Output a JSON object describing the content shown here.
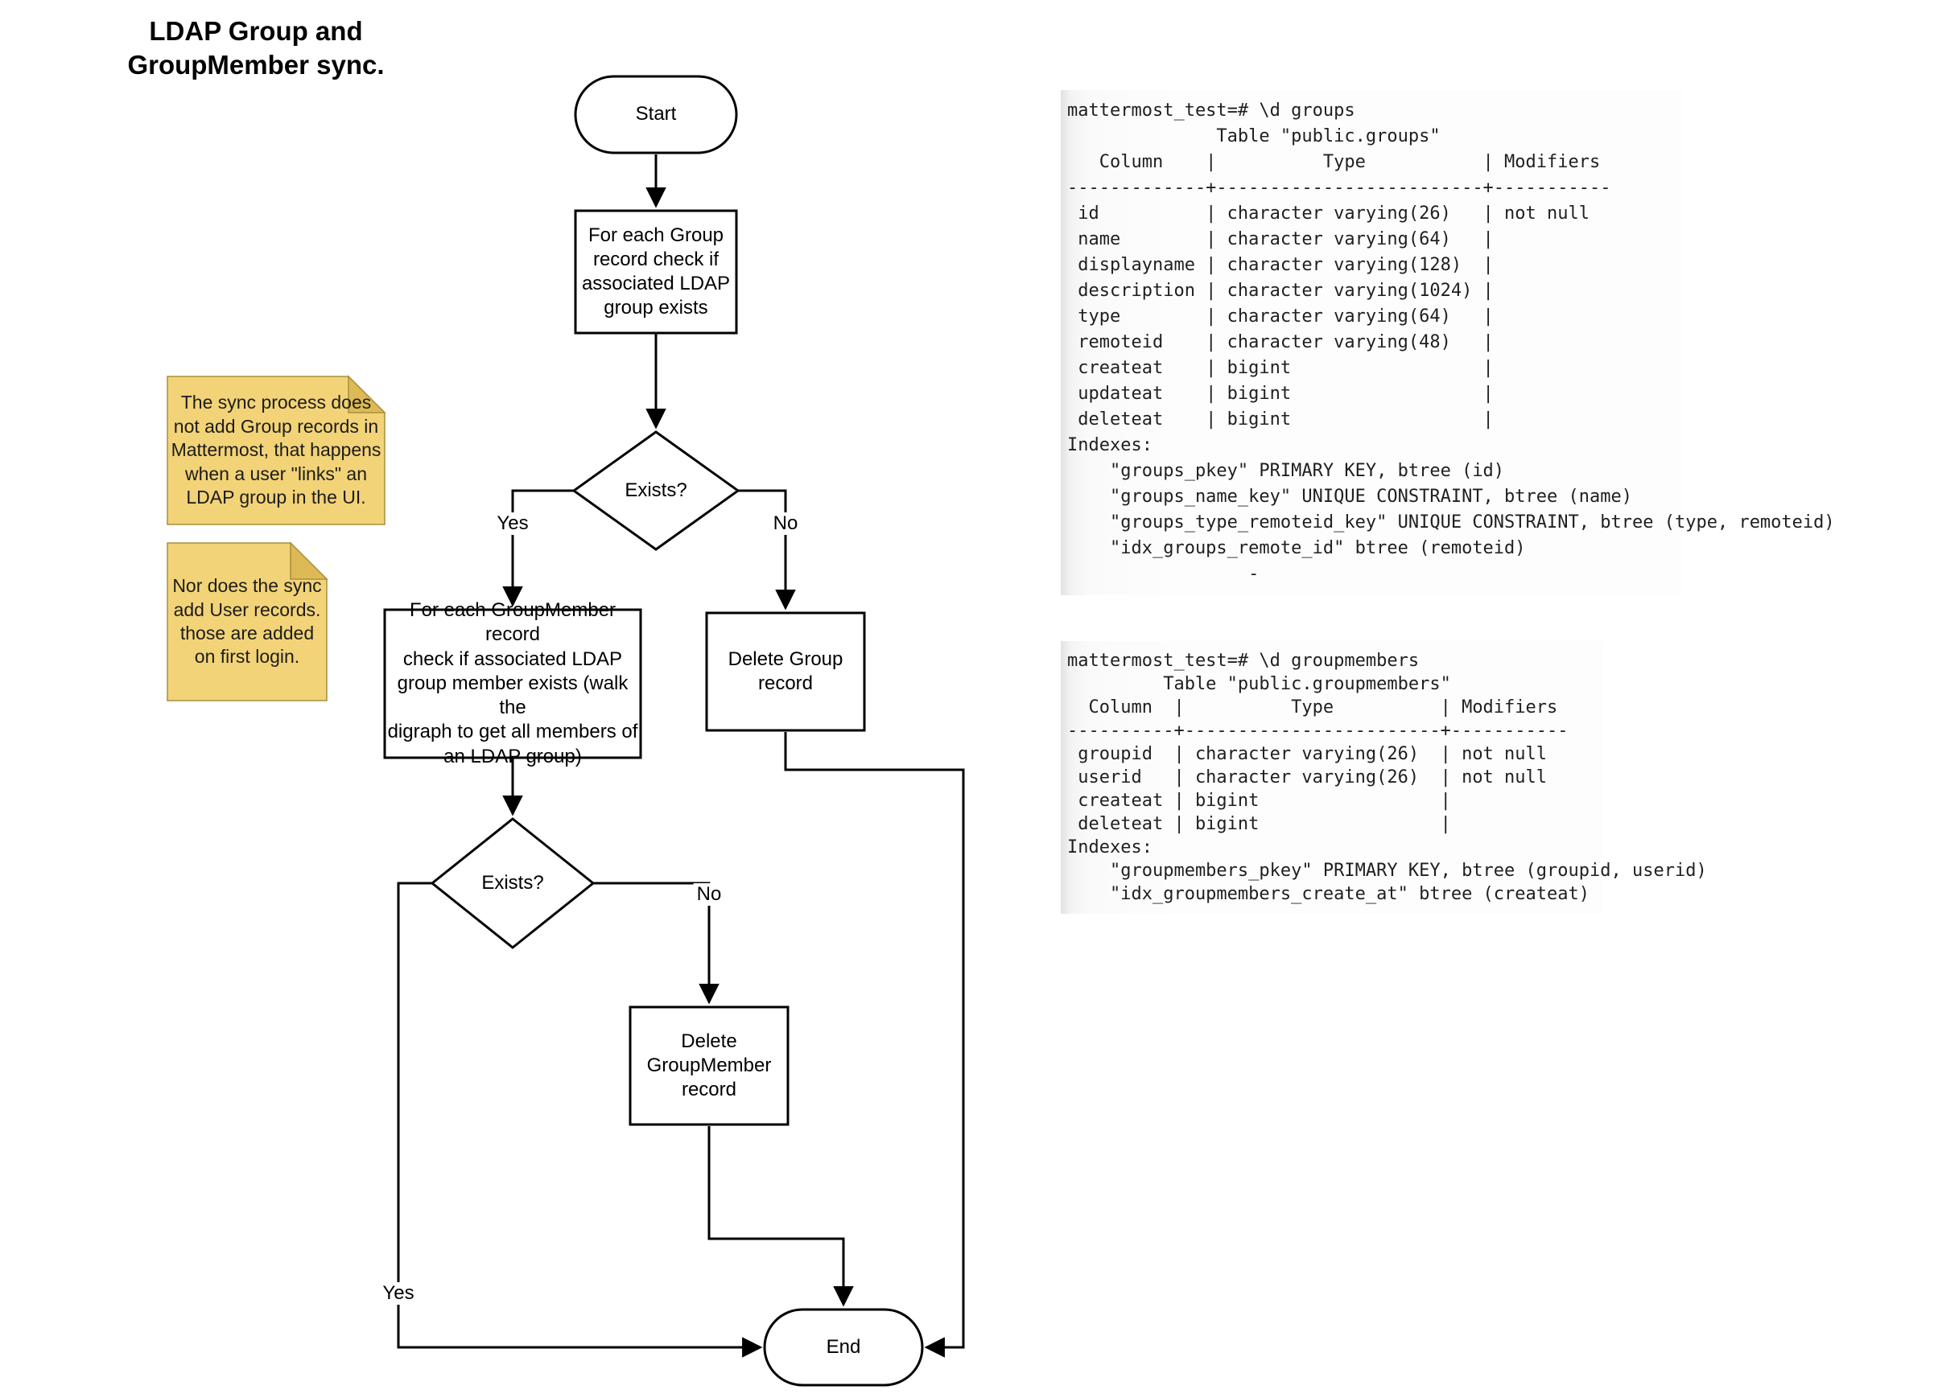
{
  "title": {
    "text": "LDAP Group and\nGroupMember sync."
  },
  "flowchart": {
    "nodes": {
      "start": {
        "type": "terminator",
        "label": "Start"
      },
      "check_group": {
        "type": "process",
        "label": "For each Group\nrecord check if\nassociated LDAP\ngroup exists"
      },
      "group_exists": {
        "type": "decision",
        "label": "Exists?"
      },
      "check_groupmember": {
        "type": "process",
        "label": "For each GroupMember record\ncheck if associated LDAP\ngroup member exists (walk the\ndigraph to get all members of\nan LDAP group)"
      },
      "delete_group": {
        "type": "process",
        "label": "Delete Group\nrecord"
      },
      "member_exists": {
        "type": "decision",
        "label": "Exists?"
      },
      "delete_groupmember": {
        "type": "process",
        "label": "Delete\nGroupMember\nrecord"
      },
      "end": {
        "type": "terminator",
        "label": "End"
      }
    },
    "edge_labels": {
      "group_exists_yes": "Yes",
      "group_exists_no": "No",
      "member_exists_yes": "Yes",
      "member_exists_no": "No"
    },
    "colors": {
      "stroke": "#000000",
      "node_fill": "#ffffff"
    }
  },
  "notes": {
    "note1": {
      "text": "The sync process does\nnot add Group records in\nMattermost, that happens\nwhen a user \"links\" an\nLDAP group in the UI."
    },
    "note2": {
      "text": "Nor does the sync\nadd User records.\nthose are added\non first login."
    },
    "colors": {
      "fill": "#f2d377",
      "fold": "#ddba55",
      "border": "#a8903f"
    }
  },
  "terminals": {
    "groups": {
      "lines": [
        "mattermost_test=# \\d groups",
        "              Table \"public.groups\"",
        "   Column    |          Type           | Modifiers",
        "-------------+-------------------------+-----------",
        " id          | character varying(26)   | not null",
        " name        | character varying(64)   |",
        " displayname | character varying(128)  |",
        " description | character varying(1024) |",
        " type        | character varying(64)   |",
        " remoteid    | character varying(48)   |",
        " createat    | bigint                  |",
        " updateat    | bigint                  |",
        " deleteat    | bigint                  |",
        "Indexes:",
        "    \"groups_pkey\" PRIMARY KEY, btree (id)",
        "    \"groups_name_key\" UNIQUE CONSTRAINT, btree (name)",
        "    \"groups_type_remoteid_key\" UNIQUE CONSTRAINT, btree (type, remoteid)",
        "    \"idx_groups_remote_id\" btree (remoteid)",
        "                 -"
      ]
    },
    "groupmembers": {
      "lines": [
        "mattermost_test=# \\d groupmembers",
        "         Table \"public.groupmembers\"",
        "  Column  |          Type          | Modifiers",
        "----------+------------------------+-----------",
        " groupid  | character varying(26)  | not null",
        " userid   | character varying(26)  | not null",
        " createat | bigint                 |",
        " deleteat | bigint                 |",
        "Indexes:",
        "    \"groupmembers_pkey\" PRIMARY KEY, btree (groupid, userid)",
        "    \"idx_groupmembers_create_at\" btree (createat)"
      ]
    }
  }
}
